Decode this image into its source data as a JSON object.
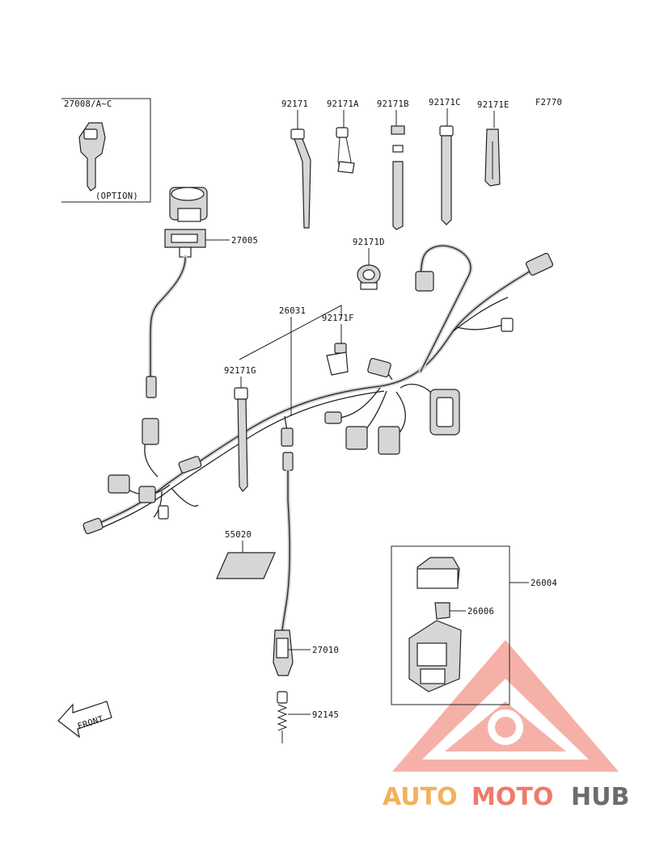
{
  "figure_code": "F2770",
  "parts": {
    "key": "27008/A~C",
    "option_note": "(OPTION)",
    "ignition_switch": "27005",
    "tie_1": "92171",
    "tie_1a": "92171A",
    "tie_1b": "92171B",
    "tie_1c": "92171C",
    "tie_1e": "92171E",
    "clamp_1d": "92171D",
    "harness": "26031",
    "clip_1f": "92171F",
    "tie_1g": "92171G",
    "label_pad": "55020",
    "relay_assy": "26004",
    "fuse": "26006",
    "sensor": "27010",
    "spring": "92145"
  },
  "front_arrow": "FRONT",
  "watermark": {
    "auto": "AUTO",
    "moto": "MOTO",
    "hub": "HUB",
    "colors": {
      "auto": "#f4b15a",
      "moto": "#f07a6a",
      "hub": "#6d6d6d",
      "triangle": "#f2a59a"
    }
  }
}
